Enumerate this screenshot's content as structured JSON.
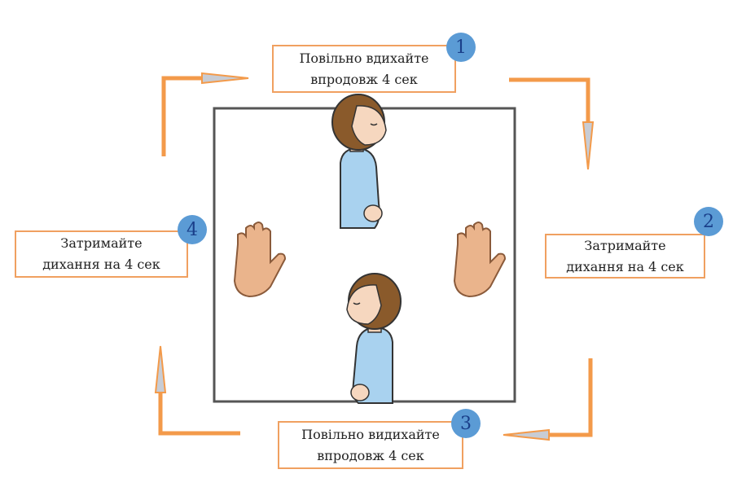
{
  "steps": [
    {
      "number": "1",
      "line1": "Повільно вдихайте",
      "line2": "впродовж 4 сек"
    },
    {
      "number": "2",
      "line1": "Затримайте",
      "line2": "дихання на 4 сек"
    },
    {
      "number": "3",
      "line1": "Повільно видихайте",
      "line2": "впродовж 4 сек"
    },
    {
      "number": "4",
      "line1": "Затримайте",
      "line2": "дихання на 4 сек"
    }
  ],
  "colors": {
    "arrow": "#f39a4a",
    "badge": "#5b9bd5",
    "square": "#555555",
    "skin": "#eab48c",
    "hair": "#8a5a2b",
    "shirt": "#a9d2ef"
  }
}
